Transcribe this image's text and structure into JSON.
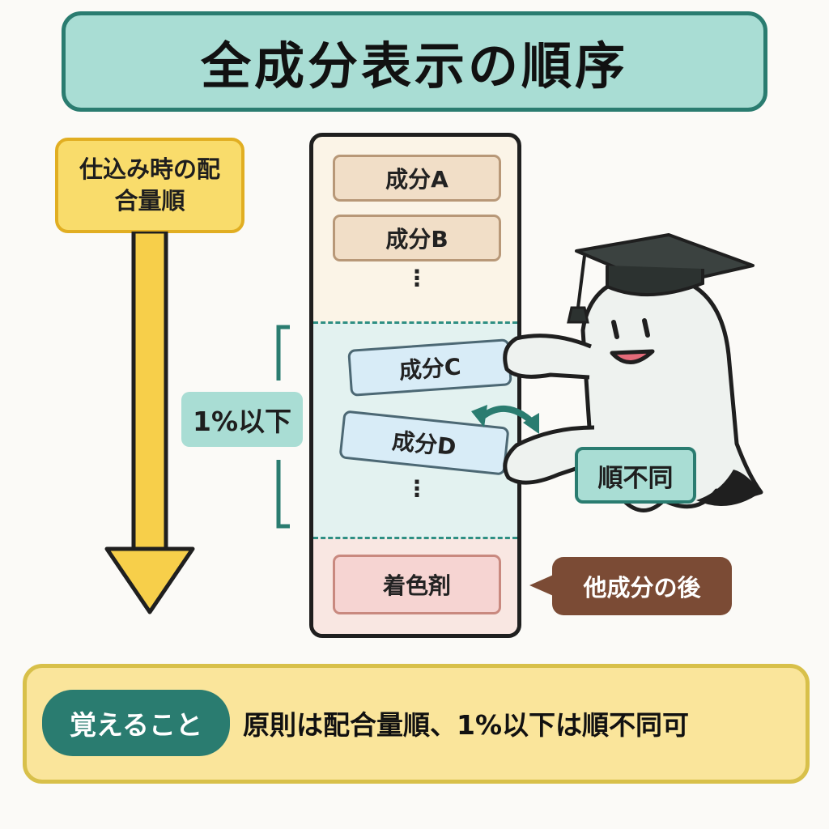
{
  "title": "全成分表示の順序",
  "order_label": "仕込み時の配合量順",
  "ingredients": {
    "a": "成分A",
    "b": "成分B",
    "c": "成分C",
    "d": "成分D",
    "colorant": "着色剤"
  },
  "ellipsis": "⋮",
  "threshold_label": "1%以下",
  "any_order_label": "順不同",
  "after_others_label": "他成分の後",
  "memo": {
    "tag": "覚えること",
    "text": "原則は配合量順、1%以下は順不同可"
  },
  "colors": {
    "teal": "#2a7c70",
    "mint": "#a9ddd4",
    "yellow": "#f9dc6b",
    "brown": "#7b4b35"
  }
}
